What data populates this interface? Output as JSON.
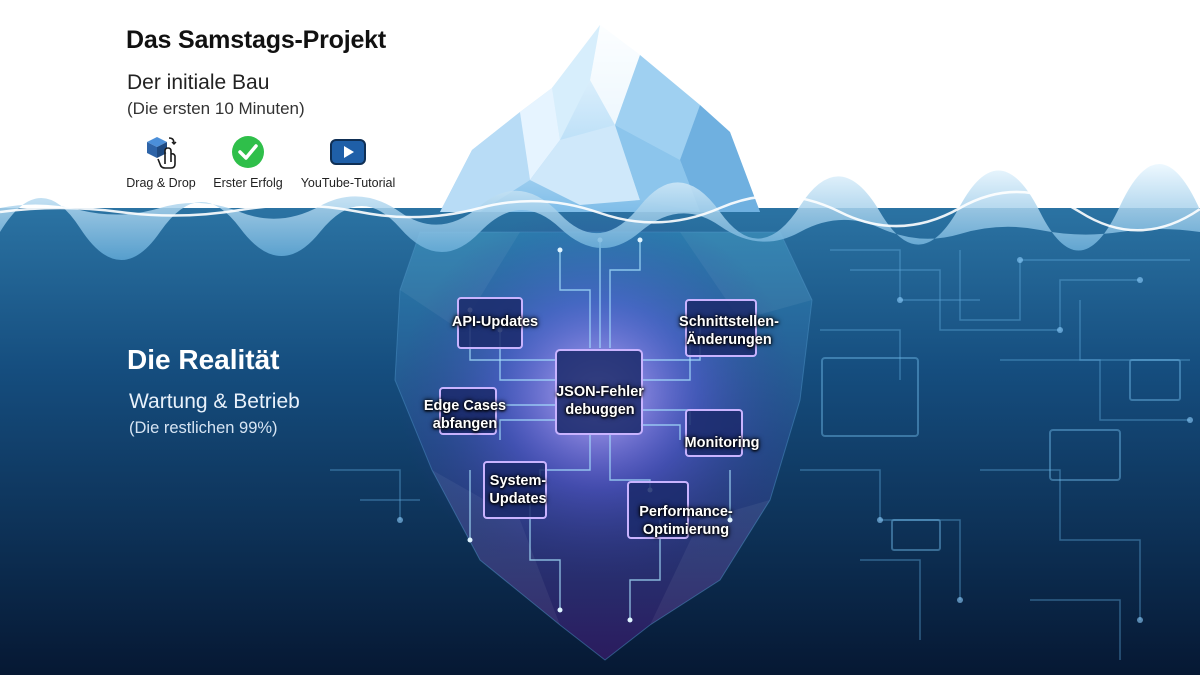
{
  "header": {
    "title": "Das Samstags-Projekt",
    "subtitle": "Der initiale Bau",
    "subtitle_note": "(Die ersten 10 Minuten)"
  },
  "tip_icons": [
    {
      "label": "Drag & Drop",
      "icon": "drag-drop-icon"
    },
    {
      "label": "Erster Erfolg",
      "icon": "check-circle-icon"
    },
    {
      "label": "YouTube-Tutorial",
      "icon": "video-play-icon"
    }
  ],
  "reality": {
    "title": "Die Realität",
    "subtitle": "Wartung & Betrieb",
    "note": "(Die restlichen 99%)"
  },
  "underwater_labels": [
    {
      "line1": "API-Updates",
      "line2": ""
    },
    {
      "line1": "Schnittstellen-",
      "line2": "Änderungen"
    },
    {
      "line1": "JSON-Fehler",
      "line2": "debuggen"
    },
    {
      "line1": "Edge Cases",
      "line2": "abfangen"
    },
    {
      "line1": "Monitoring",
      "line2": ""
    },
    {
      "line1": "System-",
      "line2": "Updates"
    },
    {
      "line1": "Performance-",
      "line2": "Optimierung"
    }
  ],
  "colors": {
    "sky": "#ffffff",
    "water_top": "#2a6f9e",
    "water_bottom": "#061833",
    "ice_light": "#eaf6ff",
    "ice_dark": "#6fb5e6",
    "circuit_glow": "#9fd8ff",
    "chip_glow": "#b98cff",
    "check_green": "#2fbf4a",
    "play_blue": "#1f5fa8"
  }
}
